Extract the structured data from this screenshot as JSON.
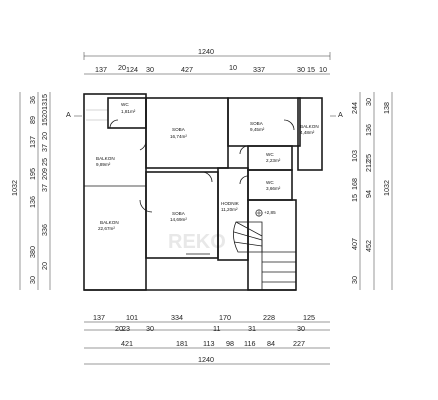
{
  "watermark": "REKO",
  "section_marks": {
    "left": "A",
    "right": "A"
  },
  "top_dims": {
    "total": "1240",
    "segments": [
      "137",
      "20",
      "124",
      "30",
      "427",
      "10",
      "337",
      "30",
      "15",
      "10"
    ]
  },
  "bottom_dims": {
    "row1": [
      "137",
      "101",
      "334",
      "170",
      "228",
      "125"
    ],
    "row1_small": [
      "20",
      "23",
      "30",
      "11",
      "31",
      "30"
    ],
    "row2": [
      "421",
      "181",
      "113",
      "98",
      "116",
      "84",
      "227"
    ],
    "total": "1240"
  },
  "left_dims": {
    "total": "1032",
    "segments": [
      "36",
      "15",
      "89",
      "20",
      "15",
      "13",
      "137",
      "20",
      "37",
      "195",
      "25",
      "9",
      "20",
      "37",
      "136",
      "336",
      "380",
      "20",
      "30"
    ]
  },
  "right_dims": {
    "total": "1032",
    "inner_total": "1032",
    "segments": [
      "138",
      "136",
      "244",
      "30",
      "25",
      "103",
      "212",
      "168",
      "15",
      "94",
      "407",
      "452",
      "30"
    ]
  },
  "rooms": [
    {
      "name": "WC",
      "area": "1,81m²"
    },
    {
      "name": "SOBA",
      "area": "16,74m²"
    },
    {
      "name": "SOBA",
      "area": "9,45m²"
    },
    {
      "name": "BALKON",
      "area": "4,48m²"
    },
    {
      "name": "BALKON",
      "area": "9,89m²"
    },
    {
      "name": "WC",
      "area": "2,23m²"
    },
    {
      "name": "WC",
      "area": "3,66m²"
    },
    {
      "name": "SOBA",
      "area": "14,69m²"
    },
    {
      "name": "HODNIK",
      "area": "11,20m²"
    },
    {
      "name": "BALKON",
      "area": "22,67m²"
    }
  ],
  "level_mark": "+2,85"
}
